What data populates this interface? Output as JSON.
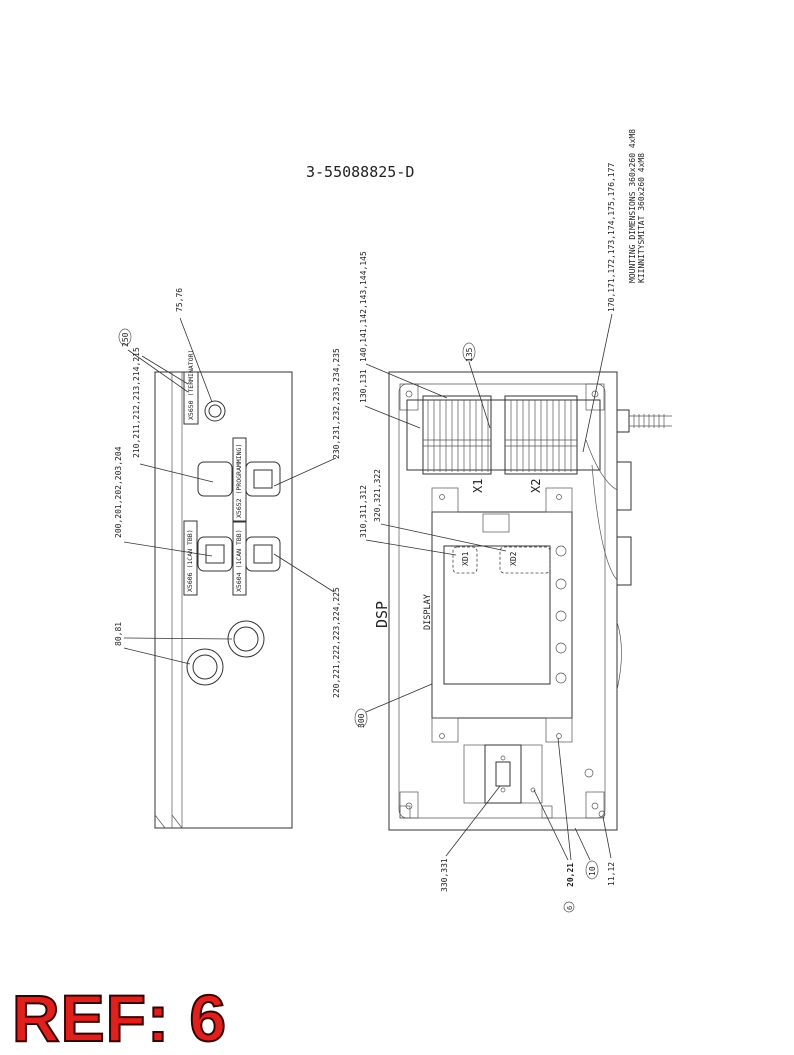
{
  "drawing": {
    "number": "3-55088825-D",
    "unit_label": "DSP",
    "display_label": "DISPLAY",
    "mounting_line1": "MOUNTING DIMENSIONS 360x260 4xM8",
    "mounting_line2": "KIINNITYSMITAT 360x260 4xM8",
    "connectors": {
      "x5650": "X5650 (TERMINATOR)",
      "x5652": "X5652 (PROGRAMMING)",
      "x5606": "X5606 (1CAN TBB)",
      "x5604": "X5604 (1CAN TBB)",
      "x1": "X1",
      "x2": "X2",
      "xd1": "XD1",
      "xd2": "XD2"
    },
    "callouts": {
      "c250": "250",
      "c7576": "75,76",
      "c215": "210,211,212,213,214,215",
      "c204": "200,201,202,203,204",
      "c8081": "80,81",
      "c235": "230,231,232,233,234,235",
      "c225": "220,221,222,223,224,225",
      "c131": "130,131",
      "c145": "140,141,142,143,144,145",
      "c135": "135",
      "c177": "170,171,172,173,174,175,176,177",
      "c312": "310,311,312",
      "c322": "320,321,322",
      "c300": "300",
      "c331": "330,331",
      "c2021": "20,21",
      "c10": "10",
      "c1112": "11,12",
      "c6": "6"
    }
  },
  "ref_badge": "REF: 6"
}
